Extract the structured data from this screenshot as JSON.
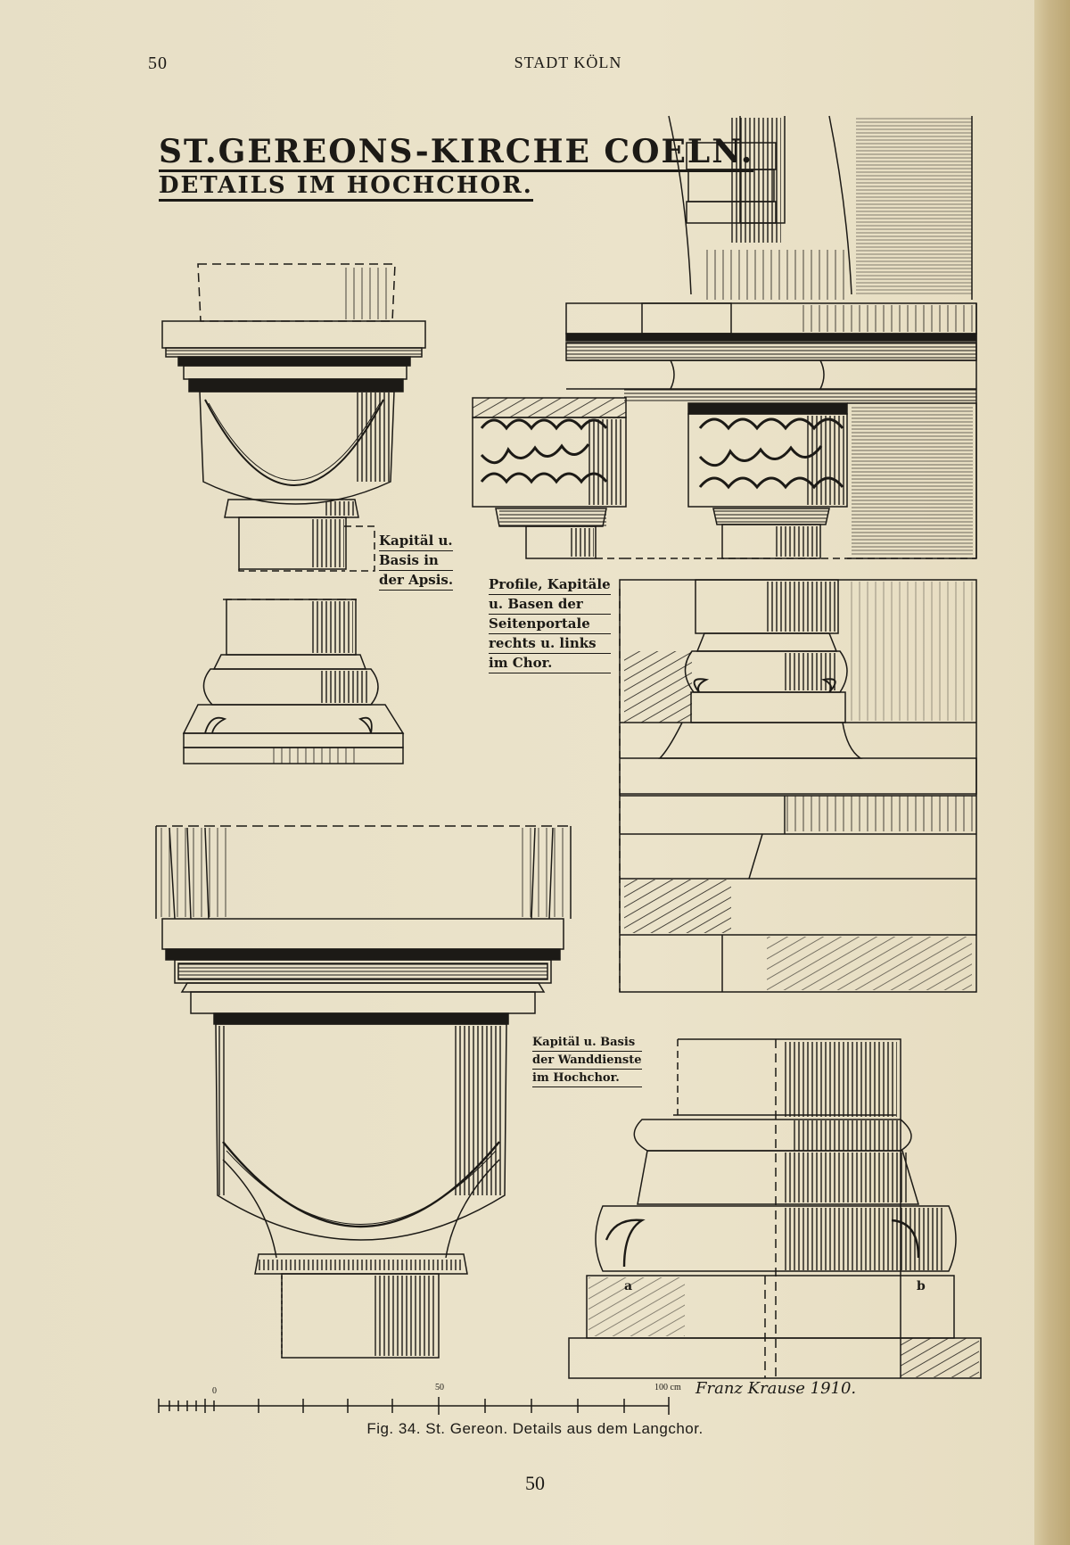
{
  "header": {
    "page_number": "50",
    "running_title": "STADT KÖLN"
  },
  "plate": {
    "title": "ST.GEREONS-KIRCHE COELN.",
    "subtitle": "DETAILS IM HOCHCHOR."
  },
  "labels": {
    "capital_base_apse": [
      "Kapitäl u.",
      "Basis in",
      "der Apsis."
    ],
    "profiles_side_portals": [
      "Profile, Kapitäle",
      "u. Basen der",
      "Seitenportale",
      "rechts u. links",
      "im Chor."
    ],
    "capital_base_wall_shafts": [
      "Kapitäl u. Basis",
      "der Wanddienste",
      "im Hochchor."
    ]
  },
  "markers": {
    "a": "a",
    "b": "b"
  },
  "scale": {
    "zero": "0",
    "mid": "50",
    "end": "100 cm"
  },
  "signature": "Franz Krause 1910.",
  "caption": "Fig. 34.  St. Gereon.  Details aus dem Langchor.",
  "footer": {
    "page_number": "50"
  }
}
